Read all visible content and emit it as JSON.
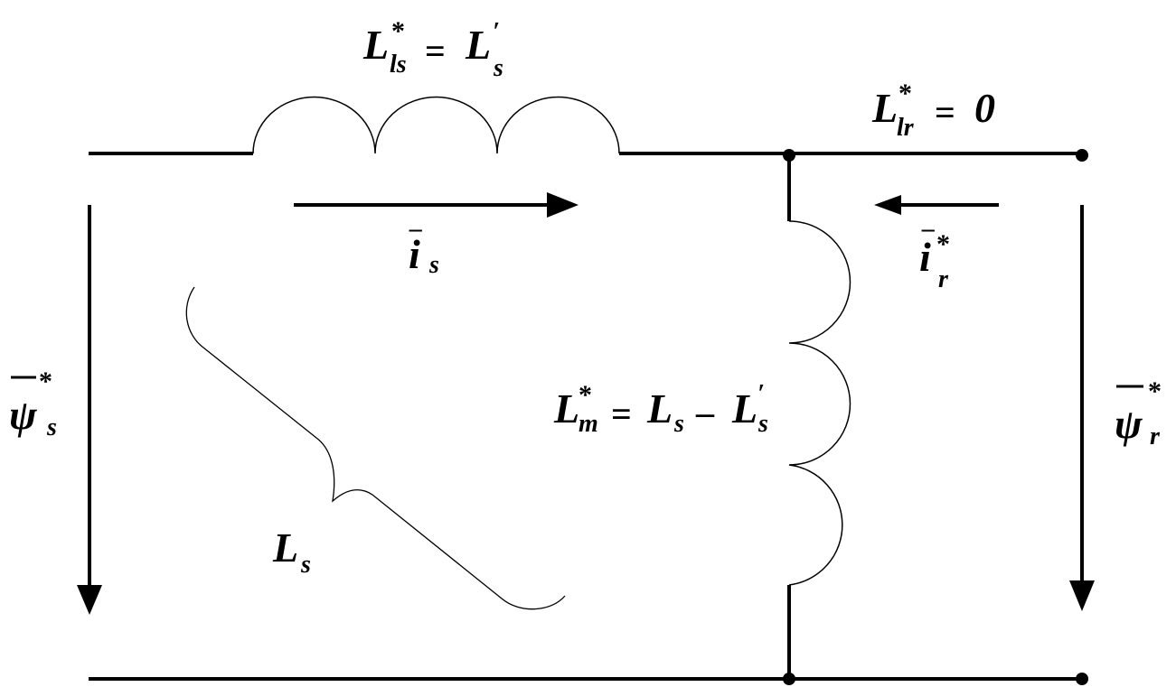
{
  "labels": {
    "L_big": "L",
    "ls_sub": "ls",
    "star": "*",
    "equals": "=",
    "s_sub": "s",
    "prime": "′",
    "lr_sub": "lr",
    "zero": "0",
    "i_big": "i",
    "r_sub": "r",
    "m_sub": "m",
    "minus": "–",
    "psi_big": "ψ",
    "bar": "–"
  },
  "colors": {
    "ink": "#000000",
    "background": "#ffffff"
  }
}
